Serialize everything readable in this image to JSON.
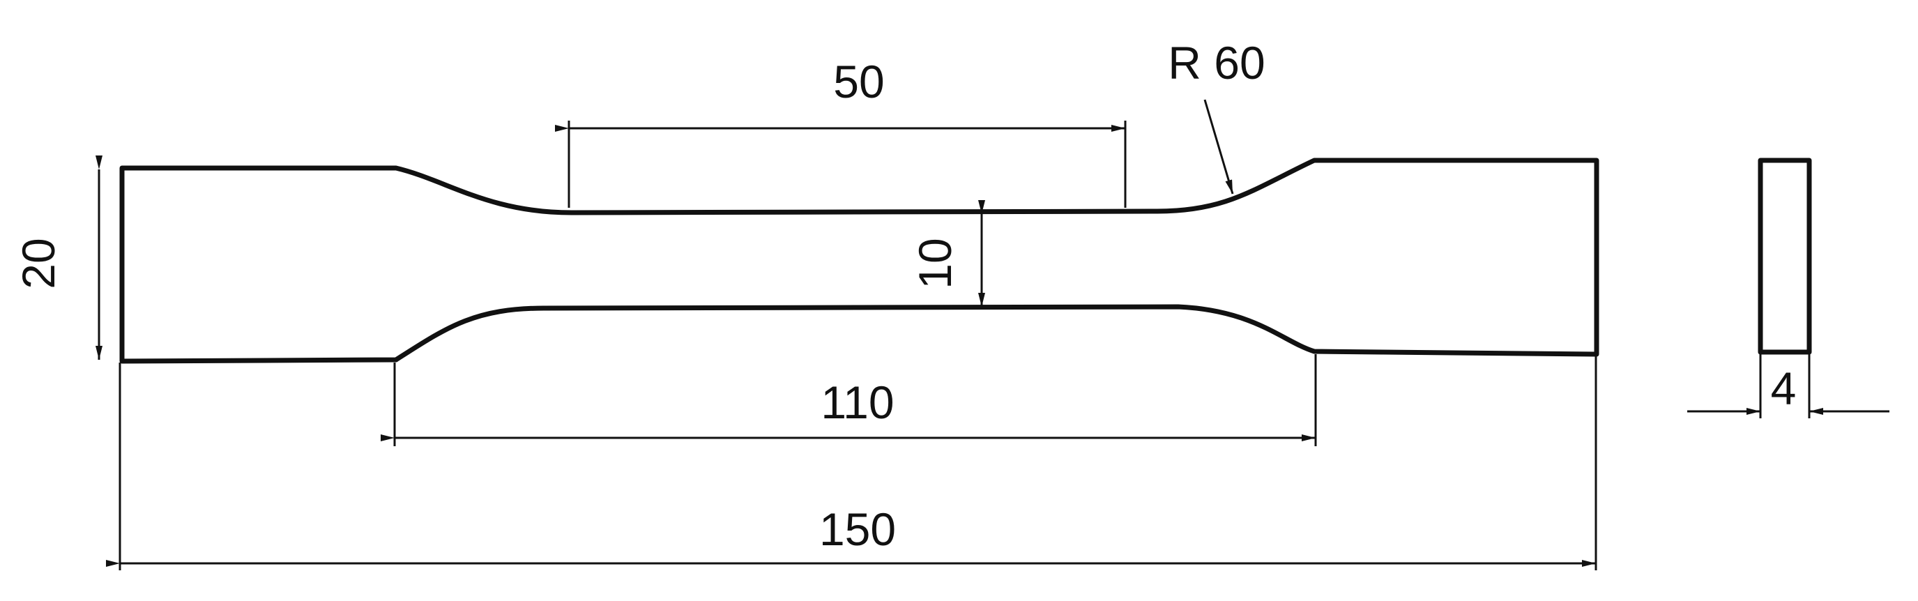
{
  "dimensions": {
    "gauge_length": "50",
    "radius": "R 60",
    "overall_width": "20",
    "narrow_width": "10",
    "parallel_length": "110",
    "overall_length": "150",
    "thickness": "4"
  },
  "colors": {
    "line": "#111111",
    "background": "#ffffff"
  }
}
